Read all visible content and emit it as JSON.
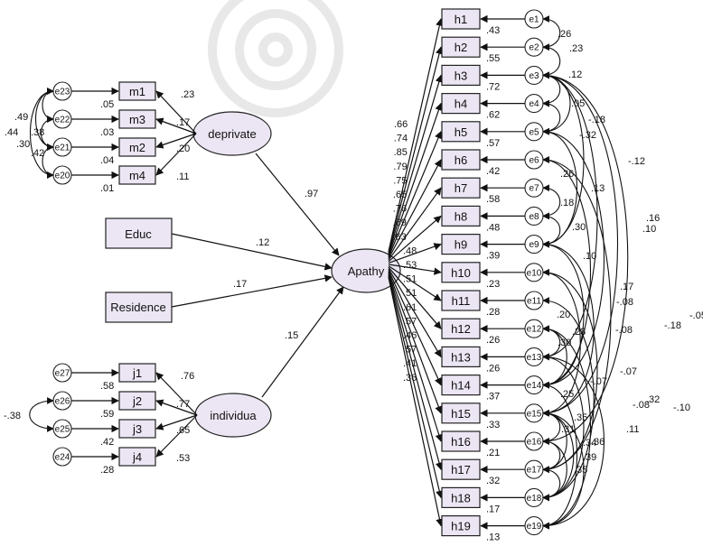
{
  "latents": {
    "deprivate": "deprivate",
    "apathy": "Apathy",
    "individua": "individua"
  },
  "observed_left": {
    "m": [
      "m1",
      "m3",
      "m2",
      "m4"
    ],
    "j": [
      "j1",
      "j2",
      "j3",
      "j4"
    ],
    "educ": "Educ",
    "residence": "Residence"
  },
  "left_errors": {
    "m": [
      "e23",
      "e22",
      "e21",
      "e20"
    ],
    "j": [
      "e27",
      "e26",
      "e25",
      "e24"
    ]
  },
  "left_r2": {
    "m": [
      ".05",
      ".03",
      ".04",
      ".01"
    ],
    "j": [
      ".58",
      ".59",
      ".42",
      ".28"
    ]
  },
  "left_loadings": {
    "deprivate": [
      ".23",
      ".17",
      ".20",
      ".11"
    ],
    "individua": [
      ".76",
      ".77",
      ".65",
      ".53"
    ]
  },
  "left_covs": {
    "m": [
      ".49",
      ".44",
      ".30",
      ".38",
      ".42"
    ],
    "j": [
      "-.38"
    ]
  },
  "paths": {
    "deprivate_apathy": ".97",
    "educ_apathy": ".12",
    "residence_apathy": ".17",
    "individua_apathy": ".15"
  },
  "h_items": [
    "h1",
    "h2",
    "h3",
    "h4",
    "h5",
    "h6",
    "h7",
    "h8",
    "h9",
    "h10",
    "h11",
    "h12",
    "h13",
    "h14",
    "h15",
    "h16",
    "h17",
    "h18",
    "h19"
  ],
  "h_errors": [
    "e1",
    "e2",
    "e3",
    "e4",
    "e5",
    "e6",
    "e7",
    "e8",
    "e9",
    "e10",
    "e11",
    "e12",
    "e13",
    "e14",
    "e15",
    "e16",
    "e17",
    "e18",
    "e19"
  ],
  "h_r2": [
    ".43",
    ".55",
    ".72",
    ".62",
    ".57",
    ".42",
    ".58",
    ".48",
    ".39",
    ".23",
    ".28",
    ".26",
    ".26",
    ".37",
    ".33",
    ".21",
    ".32",
    ".17",
    ".13"
  ],
  "h_loadings": [
    ".66",
    ".74",
    ".85",
    ".79",
    ".75",
    ".65",
    ".76",
    ".69",
    ".63",
    ".48",
    ".53",
    ".51",
    ".51",
    ".61",
    ".57",
    ".46",
    ".57",
    ".41",
    ".36"
  ],
  "right_covs": [
    ".26",
    ".23",
    ".12",
    ".05",
    "-.18",
    "-.32",
    "-.12",
    ".13",
    ".16",
    ".10",
    ".26",
    ".30",
    ".18",
    ".10",
    ".17",
    "-.08",
    "-.08",
    "-.07",
    "-.18",
    "-.05",
    "-.07",
    ".20",
    ".23",
    ".30",
    ".25",
    ".35",
    ".31",
    ".34",
    ".39",
    ".35",
    ".32",
    ".36",
    "-.08",
    ".11",
    "-.10"
  ]
}
